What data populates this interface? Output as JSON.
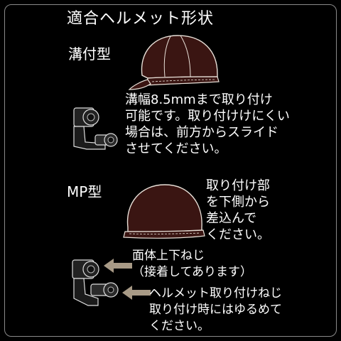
{
  "title": "適合ヘルメット形状",
  "groove": {
    "label": "溝付型",
    "desc": "溝幅8.5mmまで取り付け\n可能です。取り付けけにくい\n場合は、前方からスライド\nさせてください。"
  },
  "mp": {
    "label": "MP型",
    "desc": "取り付け部\nを下側から\n差込んで\nください。"
  },
  "callouts": {
    "face_screw": "面体上下ねじ\n（接着してあります）",
    "mount_screw": "ヘルメット取り付けねじ\n取り付け時にはゆるめて\nください。"
  },
  "colors": {
    "background": "#000000",
    "text": "#ffffff",
    "helmet": "#3a1512",
    "arrow": "#a89a86"
  }
}
